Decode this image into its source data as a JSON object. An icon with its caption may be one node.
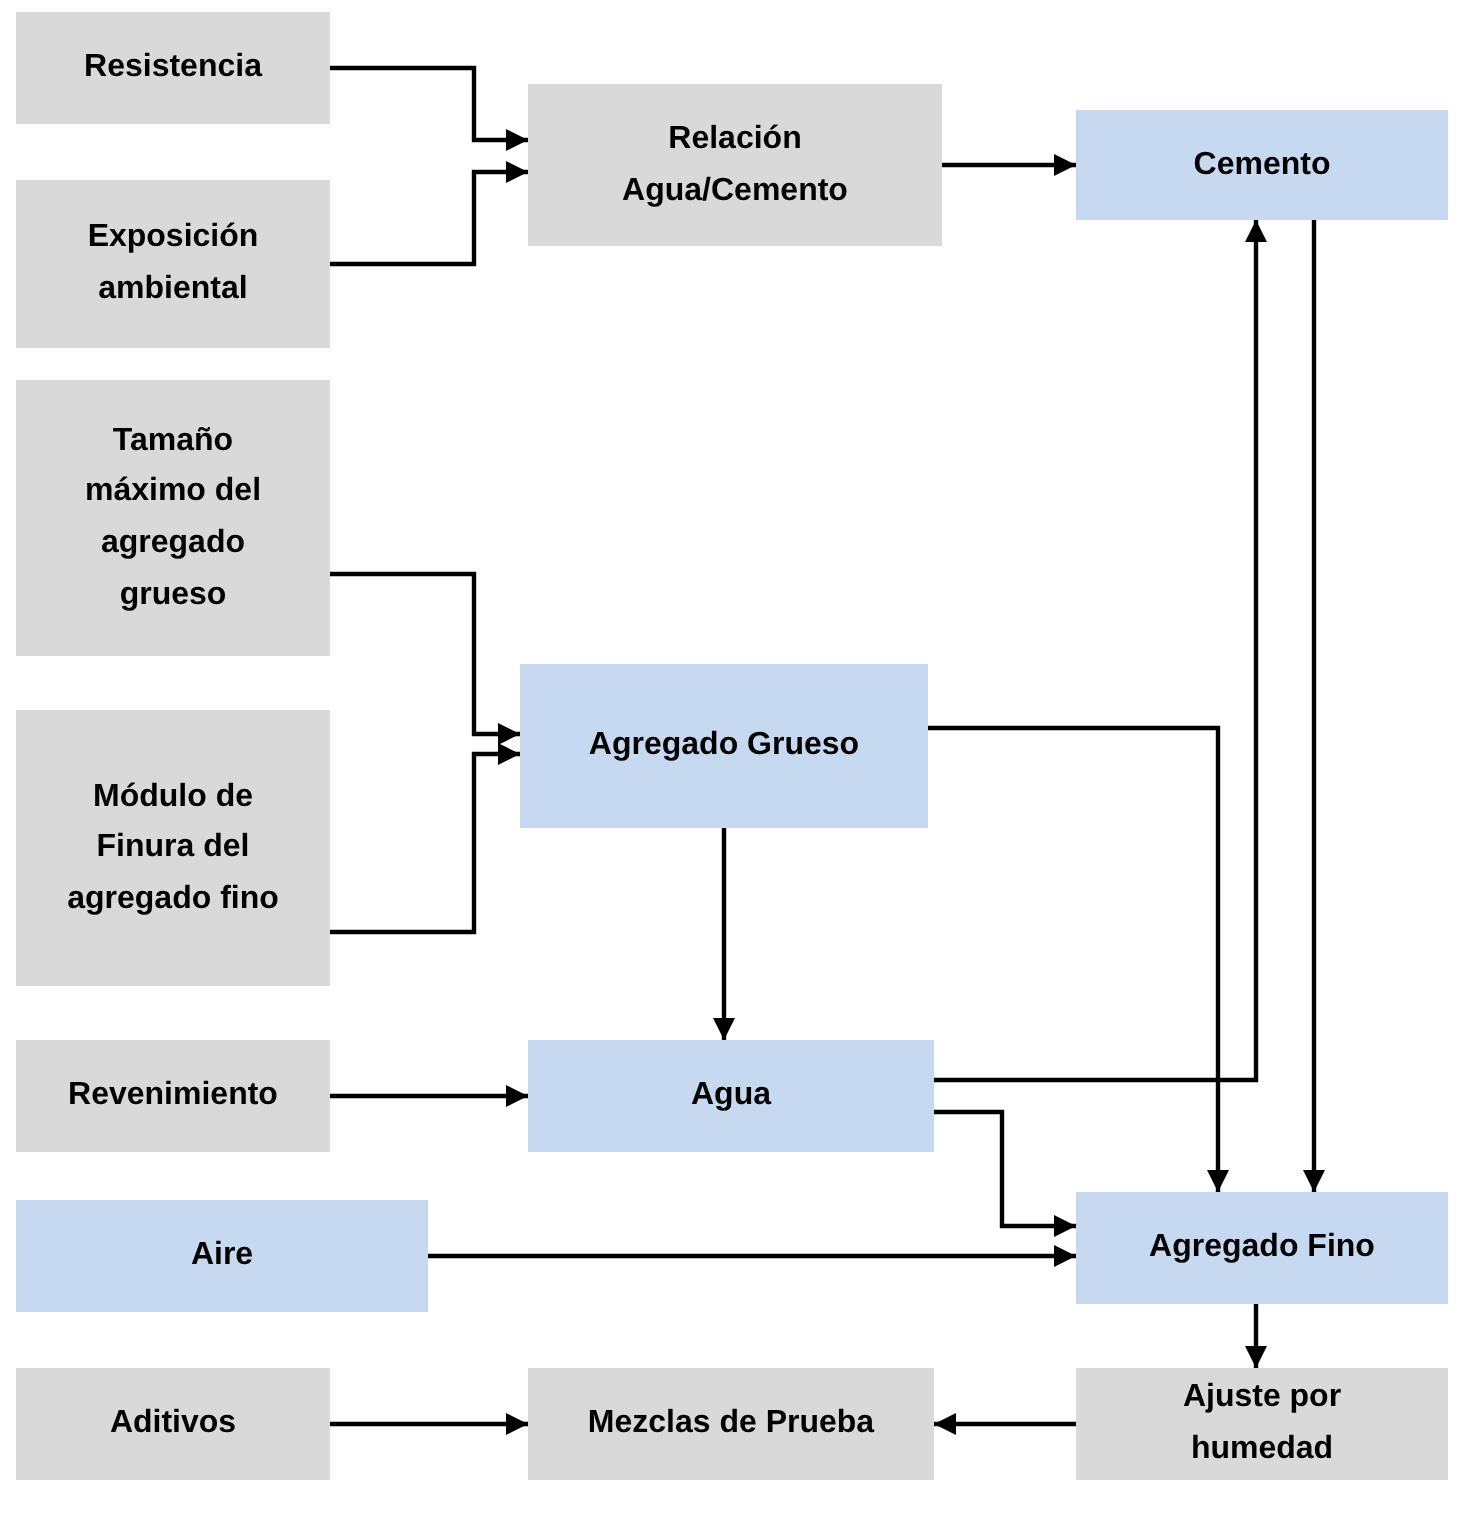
{
  "diagram": {
    "nodes": [
      {
        "text": [
          "Resistencia"
        ]
      },
      {
        "text": [
          "Exposición ambiental"
        ]
      },
      {
        "text": [
          "Relación Agua/Cemento"
        ]
      },
      {
        "text": [
          "Cemento"
        ]
      },
      {
        "text": [
          "Tamaño máximo del agregado grueso"
        ]
      },
      {
        "text": [
          "Módulo de Finura del agregado fino"
        ]
      },
      {
        "text": [
          "Agregado Grueso"
        ]
      },
      {
        "text": [
          "Revenimiento"
        ]
      },
      {
        "text": [
          "Agua"
        ]
      },
      {
        "text": [
          "Aire"
        ]
      },
      {
        "text": [
          "Agregado Fino"
        ]
      },
      {
        "text": [
          "Aditivos"
        ]
      },
      {
        "text": [
          "Mezclas de Prueba"
        ]
      },
      {
        "text": [
          "Ajuste por humedad"
        ]
      }
    ],
    "edges": [
      {
        "from": 0,
        "to": 2,
        "arrow": "to"
      },
      {
        "from": 1,
        "to": 2,
        "arrow": "to"
      },
      {
        "from": 2,
        "to": 3,
        "arrow": "to"
      },
      {
        "from": 4,
        "to": 6,
        "arrow": "to"
      },
      {
        "from": 5,
        "to": 6,
        "arrow": "to"
      },
      {
        "from": 6,
        "to": 10,
        "arrow": "to"
      },
      {
        "from": 8,
        "to": 3,
        "arrow": "to"
      },
      {
        "from": 3,
        "to": 10,
        "arrow": "to"
      },
      {
        "from": 6,
        "to": 8,
        "arrow": "to"
      },
      {
        "from": 7,
        "to": 8,
        "arrow": "to"
      },
      {
        "from": 8,
        "to": 10,
        "arrow": "to"
      },
      {
        "from": 9,
        "to": 10,
        "arrow": "to"
      },
      {
        "from": 10,
        "to": 13,
        "arrow": "to"
      },
      {
        "from": 13,
        "to": 12,
        "arrow": "to"
      },
      {
        "from": 11,
        "to": 12,
        "arrow": "to"
      }
    ]
  }
}
